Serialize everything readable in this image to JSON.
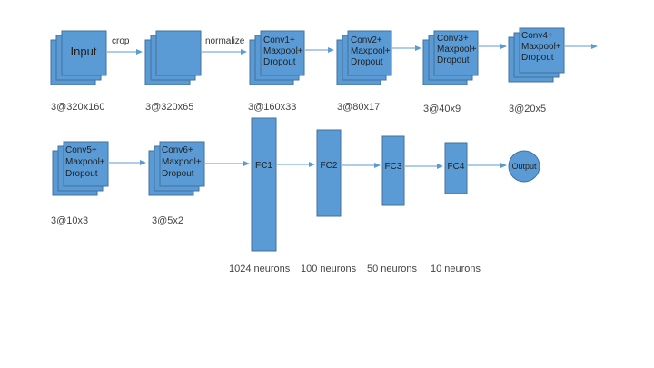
{
  "colors": {
    "fill": "#5b9bd5",
    "stroke": "#41719c",
    "text": "#1f1f1f",
    "arrow": "#5b9bd5"
  },
  "row1": {
    "input": {
      "label": "Input",
      "dims": "3@320x160"
    },
    "crop_label": "crop",
    "cropped": {
      "dims": "3@320x65"
    },
    "normalize_label": "normalize",
    "conv1": {
      "lines": [
        "Conv1+",
        "Maxpool+",
        "Dropout"
      ],
      "dims": "3@160x33"
    },
    "conv2": {
      "lines": [
        "Conv2+",
        "Maxpool+",
        "Dropout"
      ],
      "dims": "3@80x17"
    },
    "conv3": {
      "lines": [
        "Conv3+",
        "Maxpool+",
        "Dropout"
      ],
      "dims": "3@40x9"
    },
    "conv4": {
      "lines": [
        "Conv4+",
        "Maxpool+",
        "Dropout"
      ],
      "dims": "3@20x5"
    }
  },
  "row2": {
    "conv5": {
      "lines": [
        "Conv5+",
        "Maxpool+",
        "Dropout"
      ],
      "dims": "3@10x3"
    },
    "conv6": {
      "lines": [
        "Conv6+",
        "Maxpool+",
        "Dropout"
      ],
      "dims": "3@5x2"
    },
    "fc1": {
      "label": "FC1",
      "neurons": "1024 neurons"
    },
    "fc2": {
      "label": "FC2",
      "neurons": "100 neurons"
    },
    "fc3": {
      "label": "FC3",
      "neurons": "50 neurons"
    },
    "fc4": {
      "label": "FC4",
      "neurons": "10 neurons"
    },
    "output": {
      "label": "Output"
    }
  }
}
